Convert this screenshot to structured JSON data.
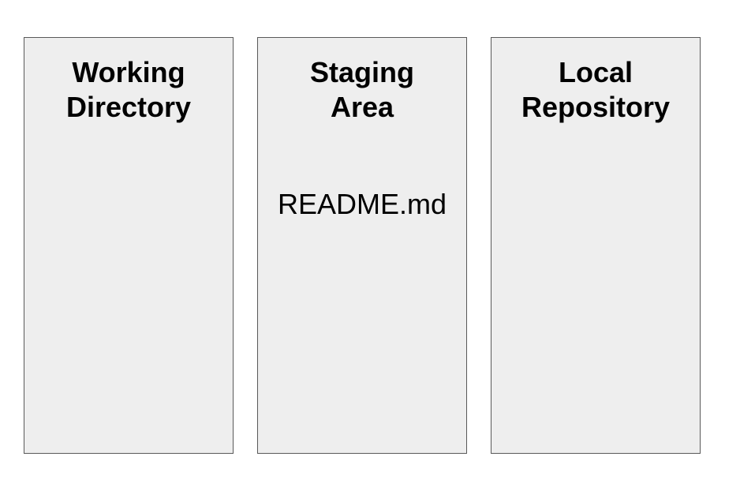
{
  "columns": [
    {
      "title_line1": "Working",
      "title_line2": "Directory",
      "files": []
    },
    {
      "title_line1": "Staging",
      "title_line2": "Area",
      "files": [
        "README.md"
      ]
    },
    {
      "title_line1": "Local",
      "title_line2": "Repository",
      "files": []
    }
  ],
  "colors": {
    "box_fill": "#eeeeee",
    "box_border": "#595959",
    "text": "#000000",
    "background": "#ffffff"
  }
}
